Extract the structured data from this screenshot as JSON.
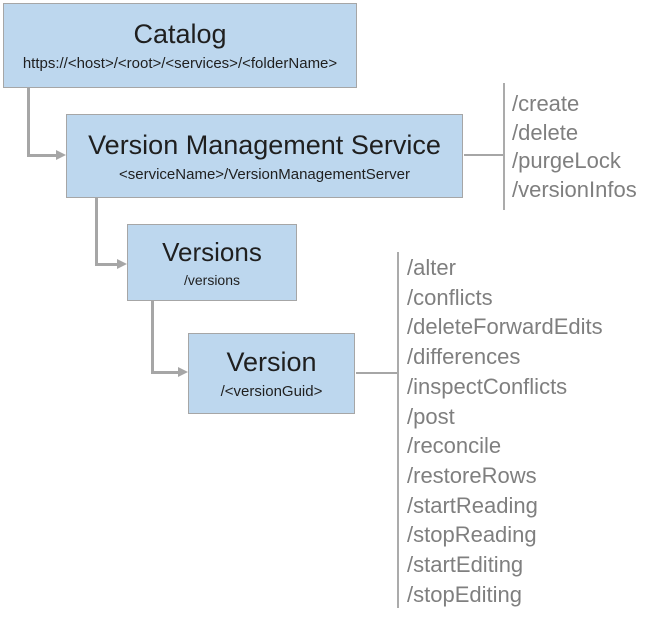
{
  "nodes": {
    "catalog": {
      "title": "Catalog",
      "subtitle": "https://<host>/<root>/<services>/<folderName>"
    },
    "vms": {
      "title": "Version Management Service",
      "subtitle": "<serviceName>/VersionManagementServer",
      "operations": [
        "/create",
        "/delete",
        "/purgeLock",
        "/versionInfos"
      ]
    },
    "versions": {
      "title": "Versions",
      "subtitle": "/versions"
    },
    "version": {
      "title": "Version",
      "subtitle": "/<versionGuid>",
      "operations": [
        "/alter",
        "/conflicts",
        "/deleteForwardEdits",
        "/differences",
        "/inspectConflicts",
        "/post",
        "/reconcile",
        "/restoreRows",
        "/startReading",
        "/stopReading",
        "/startEditing",
        "/stopEditing"
      ]
    }
  },
  "colors": {
    "box_fill": "#bdd7ee",
    "box_border": "#a6a6a6",
    "connector": "#a6a6a6",
    "separator": "#ababab",
    "operation_text": "#7f7f7f",
    "title_text": "#1f1f1f"
  }
}
